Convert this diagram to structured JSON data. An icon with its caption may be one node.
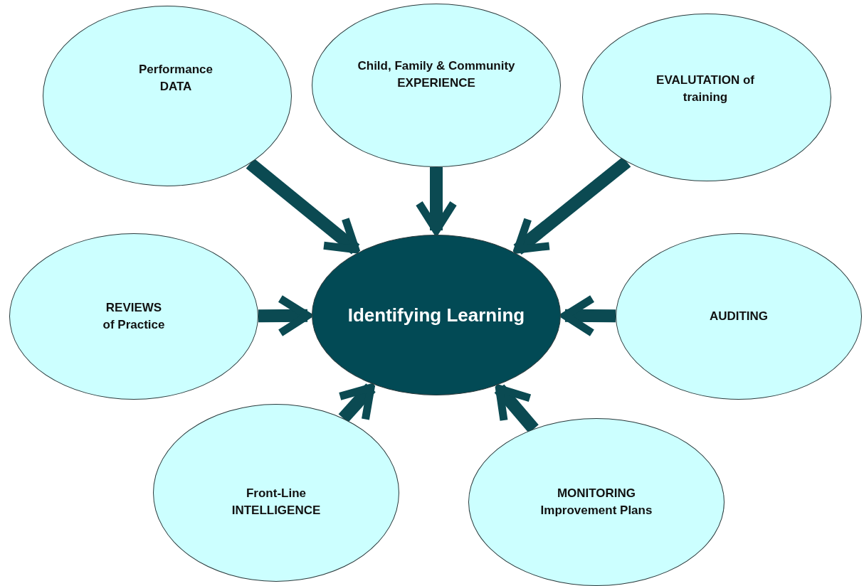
{
  "diagram": {
    "nodes": [
      {
        "text": [
          "Performance DATA"
        ]
      },
      {
        "text": [
          "Child, Family & Community EXPERIENCE"
        ]
      },
      {
        "text": [
          "EVALUTATION of training"
        ]
      },
      {
        "text": [
          "REVIEWS of Practice"
        ]
      },
      {
        "text": [
          "Identifying Learning"
        ]
      },
      {
        "text": [
          "AUDITING"
        ]
      },
      {
        "text": [
          "Front-Line INTELLIGENCE"
        ]
      },
      {
        "text": [
          "MONITORING Improvement Plans"
        ]
      }
    ],
    "edges": [
      {
        "from": 0,
        "to": 4,
        "arrow": "to"
      },
      {
        "from": 1,
        "to": 4,
        "arrow": "to"
      },
      {
        "from": 2,
        "to": 4,
        "arrow": "to"
      },
      {
        "from": 3,
        "to": 4,
        "arrow": "to"
      },
      {
        "from": 5,
        "to": 4,
        "arrow": "to"
      },
      {
        "from": 6,
        "to": 4,
        "arrow": "to"
      },
      {
        "from": 7,
        "to": 4,
        "arrow": "to"
      }
    ]
  }
}
